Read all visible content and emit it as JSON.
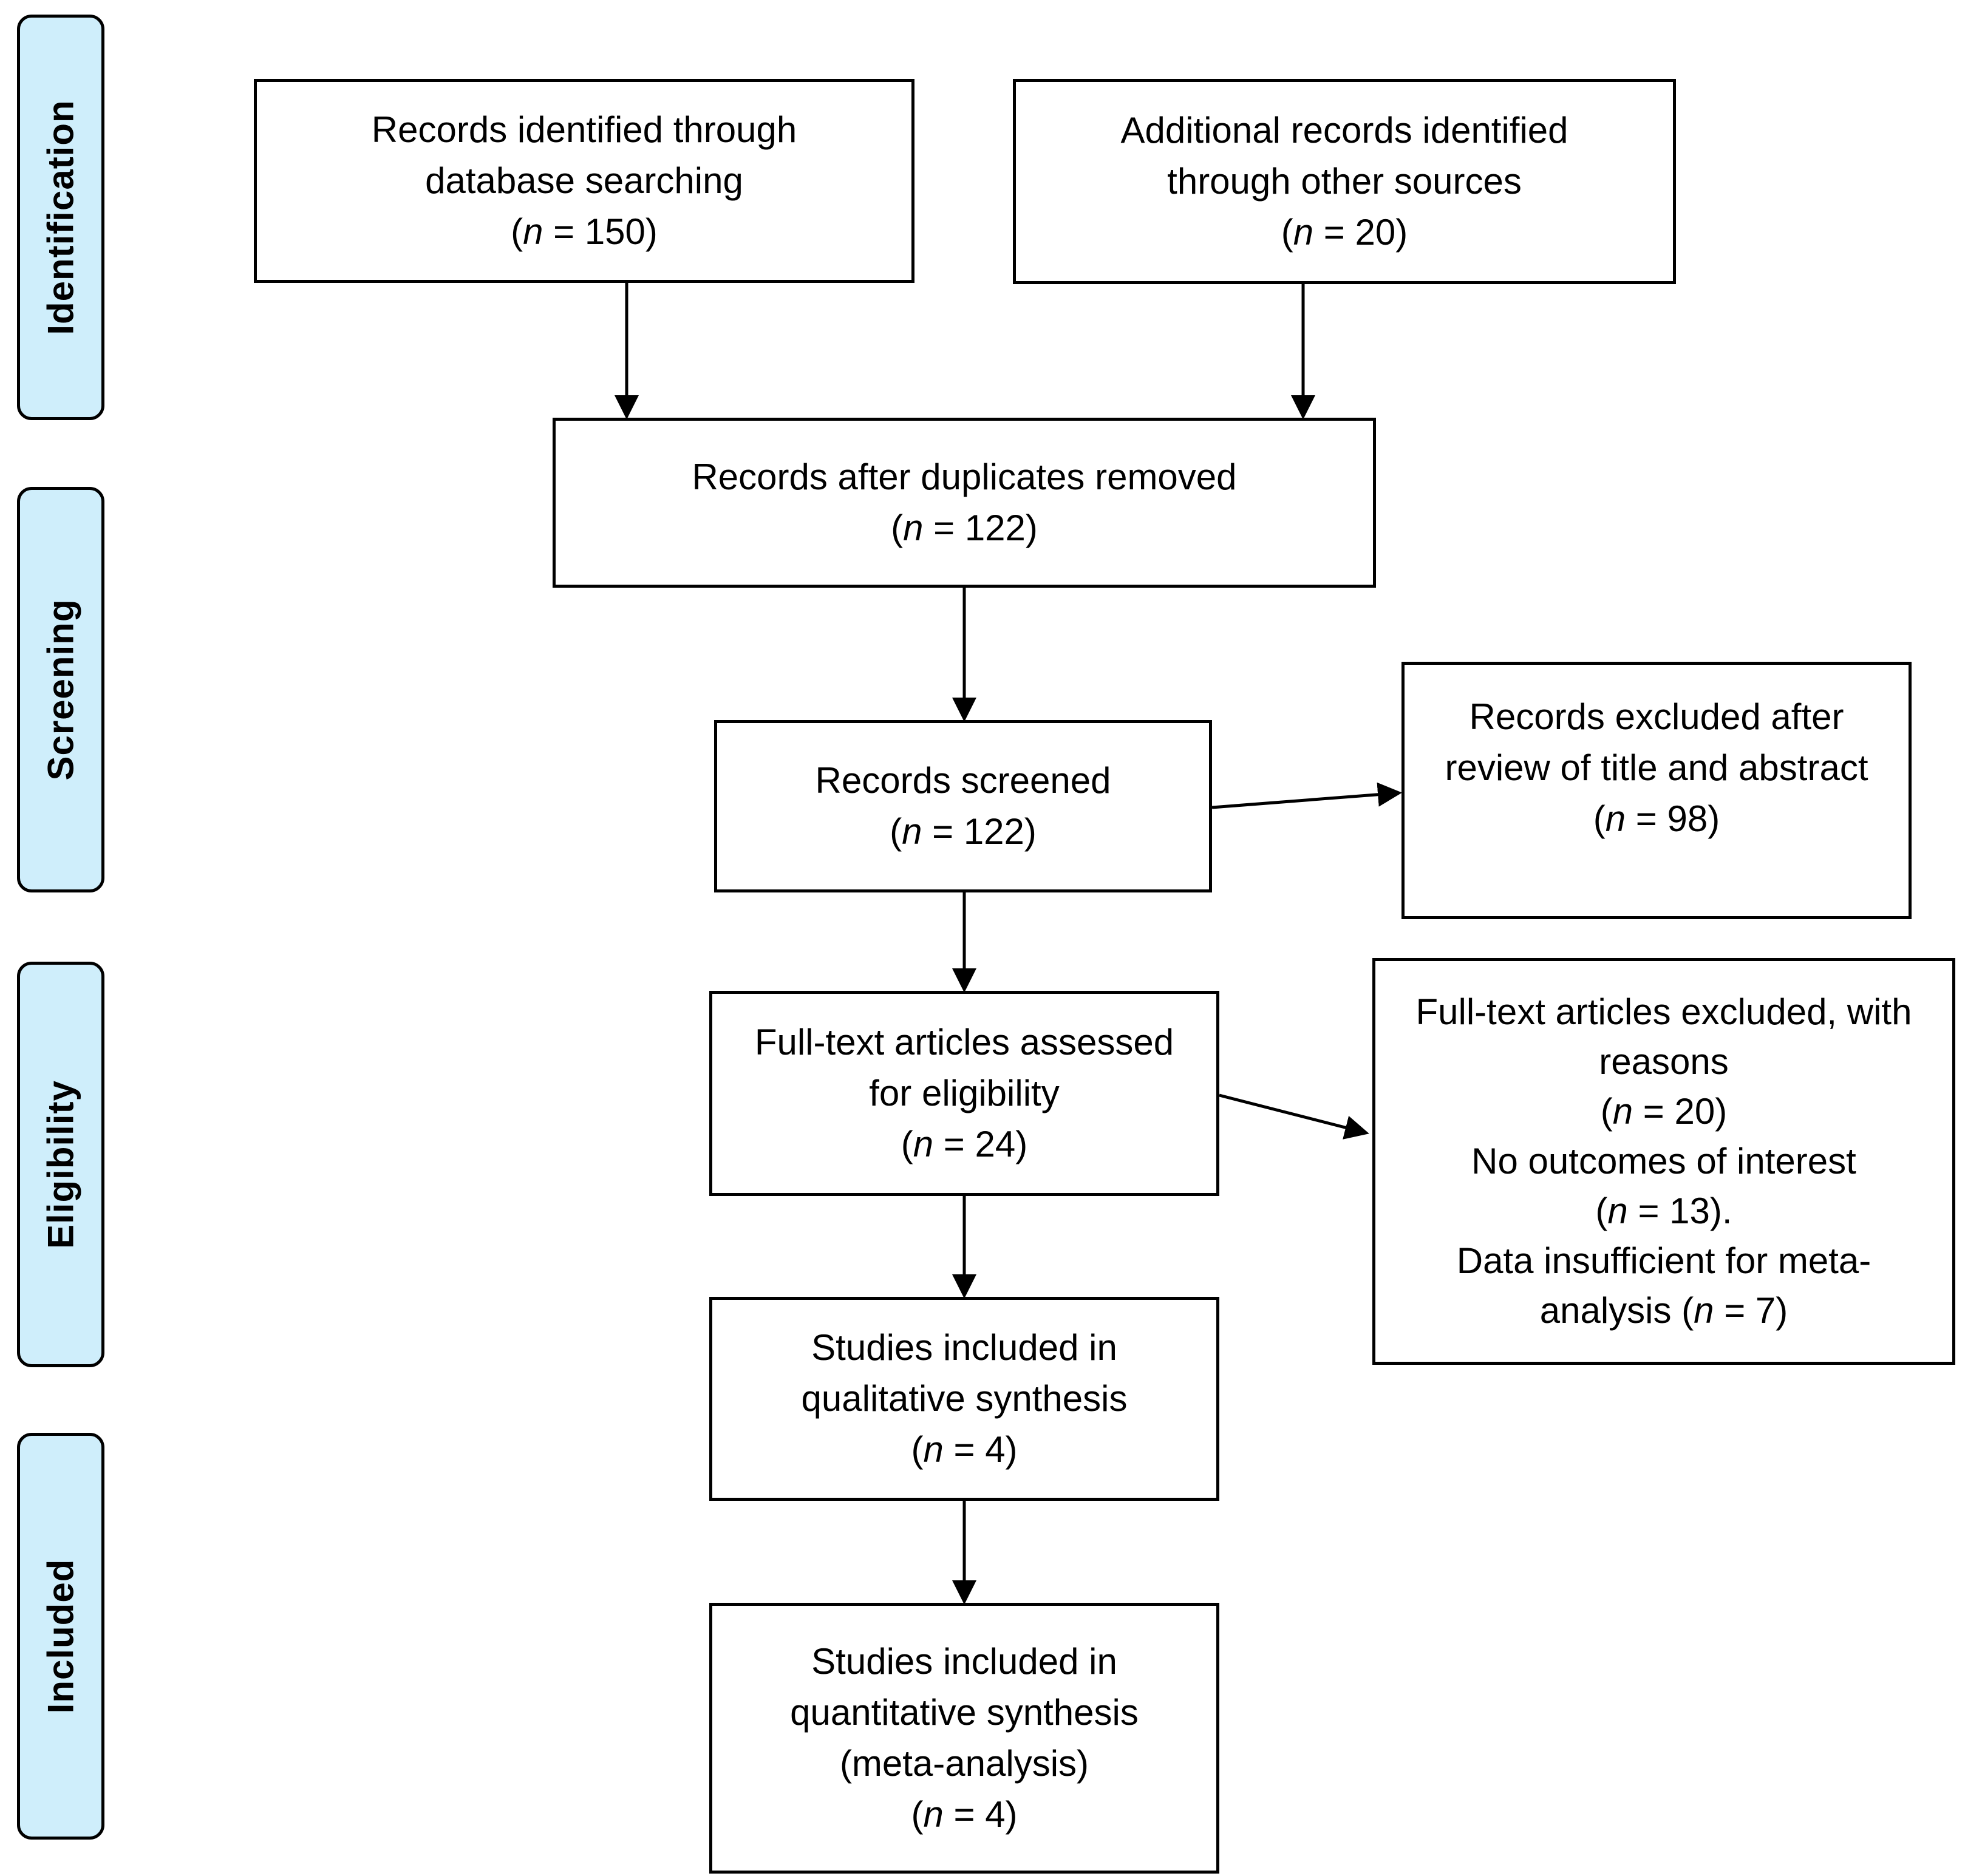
{
  "stages": {
    "identification": "Identification",
    "screening": "Screening",
    "eligibility": "Eligibility",
    "included": "Included"
  },
  "boxes": {
    "db_search": {
      "lines": [
        "Records identified through",
        "database searching"
      ],
      "n_open": "(",
      "n_var": "n",
      "n_close": " = 150)"
    },
    "other_sources": {
      "lines": [
        "Additional records identified",
        "through other sources"
      ],
      "n_open": "(",
      "n_var": "n",
      "n_close": " = 20)"
    },
    "after_duplicates": {
      "lines": [
        "Records after duplicates removed"
      ],
      "n_open": "(",
      "n_var": "n",
      "n_close": " = 122)"
    },
    "screened": {
      "lines": [
        "Records screened"
      ],
      "n_open": "(",
      "n_var": "n",
      "n_close": " = 122)"
    },
    "excluded_title_abstract": {
      "lines": [
        "Records excluded after",
        "review of title and abstract"
      ],
      "n_open": "(",
      "n_var": "n",
      "n_close": " = 98)"
    },
    "full_text_assessed": {
      "lines": [
        "Full-text articles assessed",
        "for eligibility"
      ],
      "n_open": "(",
      "n_var": "n",
      "n_close": " = 24)"
    },
    "full_text_excluded": {
      "line1": "Full-text articles excluded, with",
      "line2": "reasons",
      "n1_open": "(",
      "n1_var": "n",
      "n1_close": " = 20)",
      "reason1": "No outcomes of interest",
      "n2_open": "(",
      "n2_var": "n",
      "n2_close": " = 13).",
      "reason2_line1": "Data insufficient for meta-",
      "reason2_line2_pre": "analysis (",
      "reason2_var": "n",
      "reason2_close": " = 7)"
    },
    "qualitative": {
      "lines": [
        "Studies included in",
        "qualitative synthesis"
      ],
      "n_open": "(",
      "n_var": "n",
      "n_close": " = 4)"
    },
    "quantitative": {
      "lines": [
        "Studies included in",
        "quantitative synthesis",
        "(meta-analysis)"
      ],
      "n_open": "(",
      "n_var": "n",
      "n_close": " = 4)"
    }
  }
}
